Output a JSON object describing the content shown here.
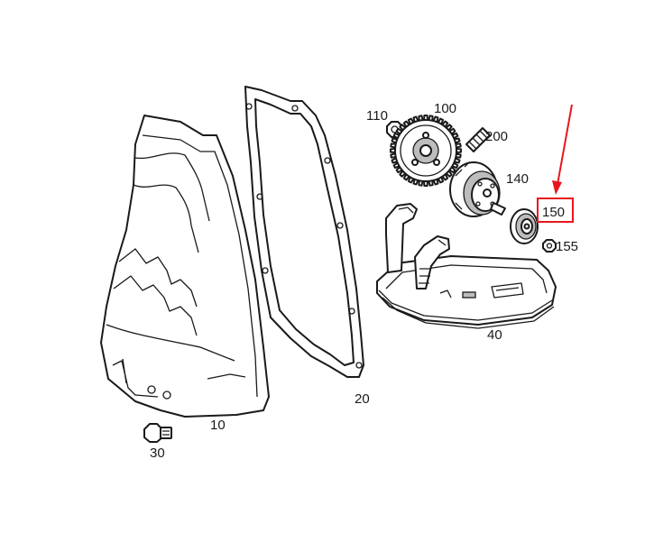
{
  "callouts": {
    "p10": "10",
    "p20": "20",
    "p30": "30",
    "p40": "40",
    "p100": "100",
    "p110": "110",
    "p140": "140",
    "p150": "150",
    "p155": "155",
    "p200": "200"
  },
  "highlight": {
    "part": "150",
    "color": "#e8161e"
  }
}
